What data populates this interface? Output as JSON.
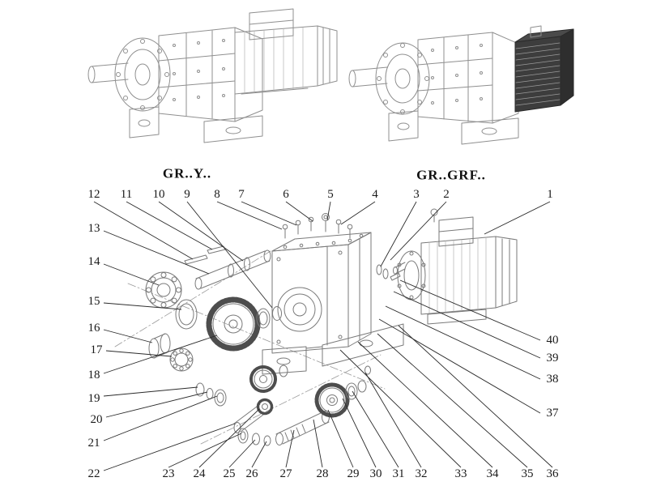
{
  "labels": {
    "left_model": "GR..Y..",
    "right_model": "GR..GRF.."
  },
  "callouts": [
    {
      "num": "12"
    },
    {
      "num": "11"
    },
    {
      "num": "10"
    },
    {
      "num": "9"
    },
    {
      "num": "8"
    },
    {
      "num": "7"
    },
    {
      "num": "6"
    },
    {
      "num": "5"
    },
    {
      "num": "4"
    },
    {
      "num": "3"
    },
    {
      "num": "2"
    },
    {
      "num": "1"
    },
    {
      "num": "13"
    },
    {
      "num": "14"
    },
    {
      "num": "15"
    },
    {
      "num": "16"
    },
    {
      "num": "17"
    },
    {
      "num": "18"
    },
    {
      "num": "19"
    },
    {
      "num": "20"
    },
    {
      "num": "21"
    },
    {
      "num": "22"
    },
    {
      "num": "23"
    },
    {
      "num": "24"
    },
    {
      "num": "25"
    },
    {
      "num": "26"
    },
    {
      "num": "27"
    },
    {
      "num": "28"
    },
    {
      "num": "29"
    },
    {
      "num": "30"
    },
    {
      "num": "31"
    },
    {
      "num": "32"
    },
    {
      "num": "33"
    },
    {
      "num": "34"
    },
    {
      "num": "35"
    },
    {
      "num": "36"
    },
    {
      "num": "37"
    },
    {
      "num": "38"
    },
    {
      "num": "39"
    },
    {
      "num": "40"
    }
  ]
}
